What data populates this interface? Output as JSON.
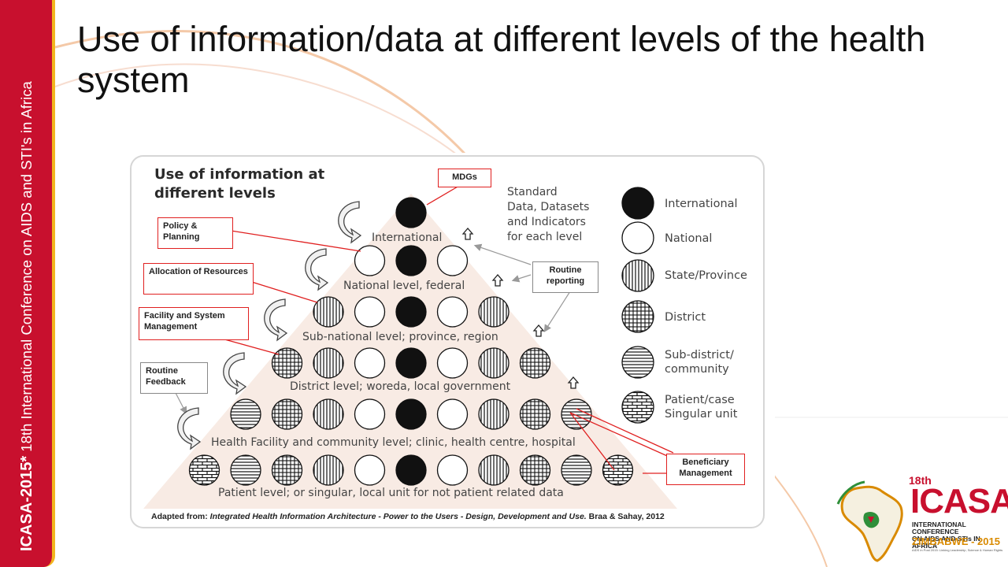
{
  "sidebar": {
    "brand": "ICASA-2015*",
    "tagline": " 18th International Conference on AIDS and STI's in Africa"
  },
  "title": "Use of information/data at different levels of the health system",
  "diagram": {
    "heading_line1": "Use of information at",
    "heading_line2": "different levels",
    "standard_text": [
      "Standard",
      "Data, Datasets",
      "and Indicators",
      "for each level"
    ],
    "levels": [
      "International",
      "National level, federal",
      "Sub-national level; province, region",
      "District level; woreda, local government",
      "Health Facility and community level; clinic, health centre, hospital",
      "Patient level; or singular, local unit for not patient related data"
    ],
    "callouts": {
      "mdgs": "MDGs",
      "policy": "Policy & Planning",
      "allocation": "Allocation of Resources",
      "facility": "Facility and System Management",
      "routine_feedback": "Routine Feedback",
      "routine_reporting": "Routine reporting",
      "beneficiary": "Beneficiary Management"
    },
    "legend": [
      {
        "label": "International",
        "pattern": "black"
      },
      {
        "label": "National",
        "pattern": "white"
      },
      {
        "label": "State/Province",
        "pattern": "vertical"
      },
      {
        "label": "District",
        "pattern": "grid"
      },
      {
        "label": "Sub-district/ community",
        "pattern": "horizontal"
      },
      {
        "label": "Patient/case Singular unit",
        "pattern": "brick"
      }
    ],
    "rows": [
      [
        "black"
      ],
      [
        "white",
        "black",
        "white"
      ],
      [
        "vertical",
        "white",
        "black",
        "white",
        "vertical"
      ],
      [
        "grid",
        "vertical",
        "white",
        "black",
        "white",
        "vertical",
        "grid"
      ],
      [
        "horizontal",
        "grid",
        "vertical",
        "white",
        "black",
        "white",
        "vertical",
        "grid",
        "horizontal"
      ],
      [
        "brick",
        "horizontal",
        "grid",
        "vertical",
        "white",
        "black",
        "white",
        "vertical",
        "grid",
        "horizontal",
        "brick"
      ]
    ],
    "source_prefix": "Adapted from:",
    "source_title": "Integrated Health Information Architecture - Power to the Users - Design, Development and Use.",
    "source_authors": "Braa & Sahay, 2012"
  },
  "logo": {
    "edition": "18th",
    "name": "ICASA",
    "line1": "INTERNATIONAL CONFERENCE",
    "line2": "ON AIDS AND STIs IN AFRICA",
    "location": "ZIMBABWE - 2015",
    "motto": "AIDS in Post 2015: Linking Leadership, Science & Human Rights"
  },
  "colors": {
    "accent_red": "#c8102e",
    "accent_gold": "#f2b51e",
    "callout_red": "#e02020"
  }
}
